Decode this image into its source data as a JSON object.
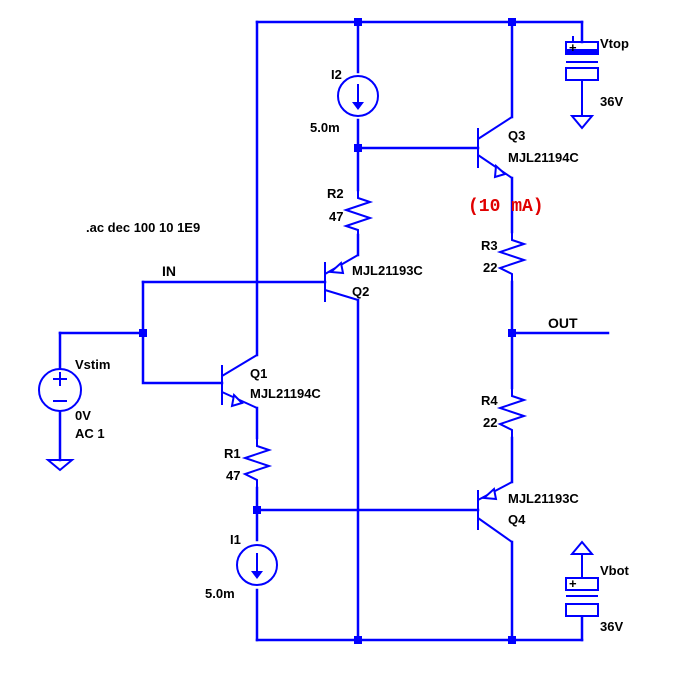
{
  "directive": ".ac dec 100 10 1E9",
  "nets": {
    "in": "IN",
    "out": "OUT"
  },
  "sources": {
    "vtop": {
      "name": "Vtop",
      "value": "36V"
    },
    "vbot": {
      "name": "Vbot",
      "value": "36V"
    },
    "vstim": {
      "name": "Vstim",
      "value": "0V",
      "ac": "AC 1"
    },
    "i1": {
      "name": "I1",
      "value": "5.0m"
    },
    "i2": {
      "name": "I2",
      "value": "5.0m"
    }
  },
  "transistors": {
    "q1": {
      "name": "Q1",
      "model": "MJL21194C"
    },
    "q2": {
      "name": "Q2",
      "model": "MJL21193C"
    },
    "q3": {
      "name": "Q3",
      "model": "MJL21194C"
    },
    "q4": {
      "name": "Q4",
      "model": "MJL21193C"
    }
  },
  "resistors": {
    "r1": {
      "name": "R1",
      "value": "47"
    },
    "r2": {
      "name": "R2",
      "value": "47"
    },
    "r3": {
      "name": "R3",
      "value": "22"
    },
    "r4": {
      "name": "R4",
      "value": "22"
    }
  },
  "annotation": "(10 mA)",
  "colors": {
    "wire": "#0000ff",
    "annotation": "#e00000",
    "text": "#000000"
  }
}
